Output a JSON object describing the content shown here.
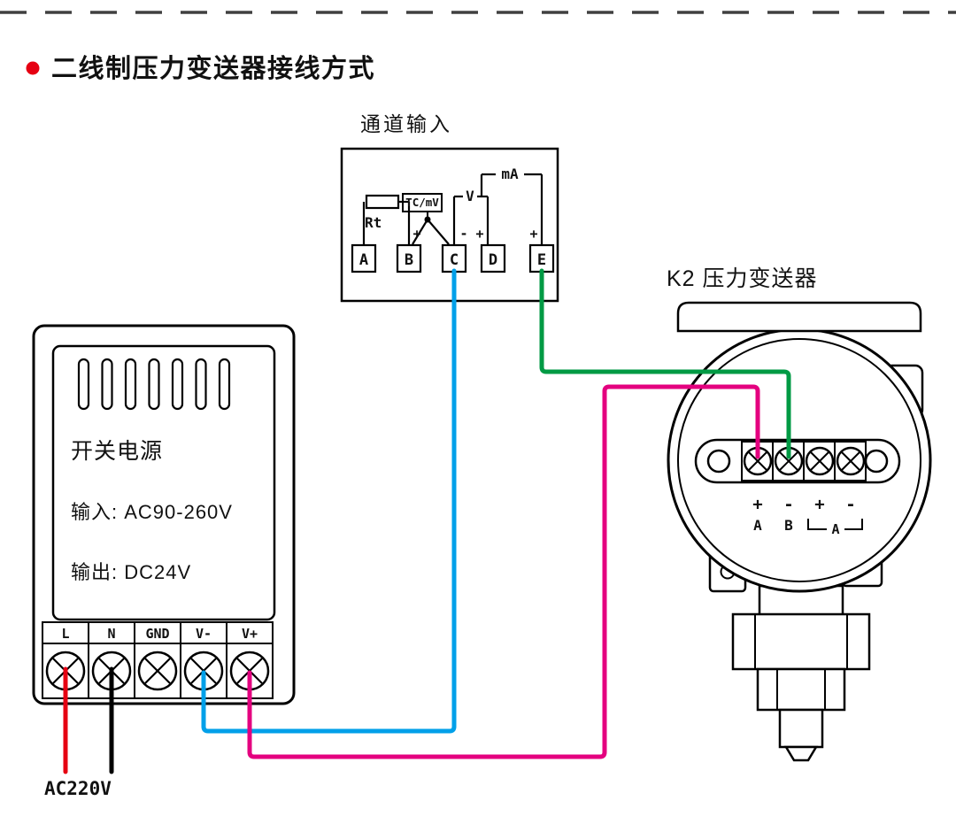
{
  "title": {
    "text": "二线制压力变送器接线方式",
    "bullet_color": "#e60012"
  },
  "channel_input": {
    "label": "通道输入",
    "rt_label": "Rt",
    "tc_label": "TC/mV",
    "v_label": "V",
    "ma_label": "mA",
    "sign_b": "+",
    "sign_c": "-",
    "sign_d": "+",
    "sign_e": "+",
    "terminals": [
      "A",
      "B",
      "C",
      "D",
      "E"
    ]
  },
  "transmitter": {
    "label": "K2 压力变送器",
    "signs": [
      "+",
      "-",
      "+",
      "-"
    ],
    "letters": [
      "A",
      "B"
    ],
    "bracket_letter": "A"
  },
  "power_supply": {
    "name": "开关电源",
    "input_line": "输入: AC90-260V",
    "output_line": "输出: DC24V",
    "terminals": [
      "L",
      "N",
      "GND",
      "V-",
      "V+"
    ]
  },
  "bottom_label": "AC220V",
  "colors": {
    "wire_red": "#e60012",
    "wire_black": "#000000",
    "wire_blue": "#00a0e9",
    "wire_magenta": "#e4007f",
    "wire_green": "#009a44"
  }
}
